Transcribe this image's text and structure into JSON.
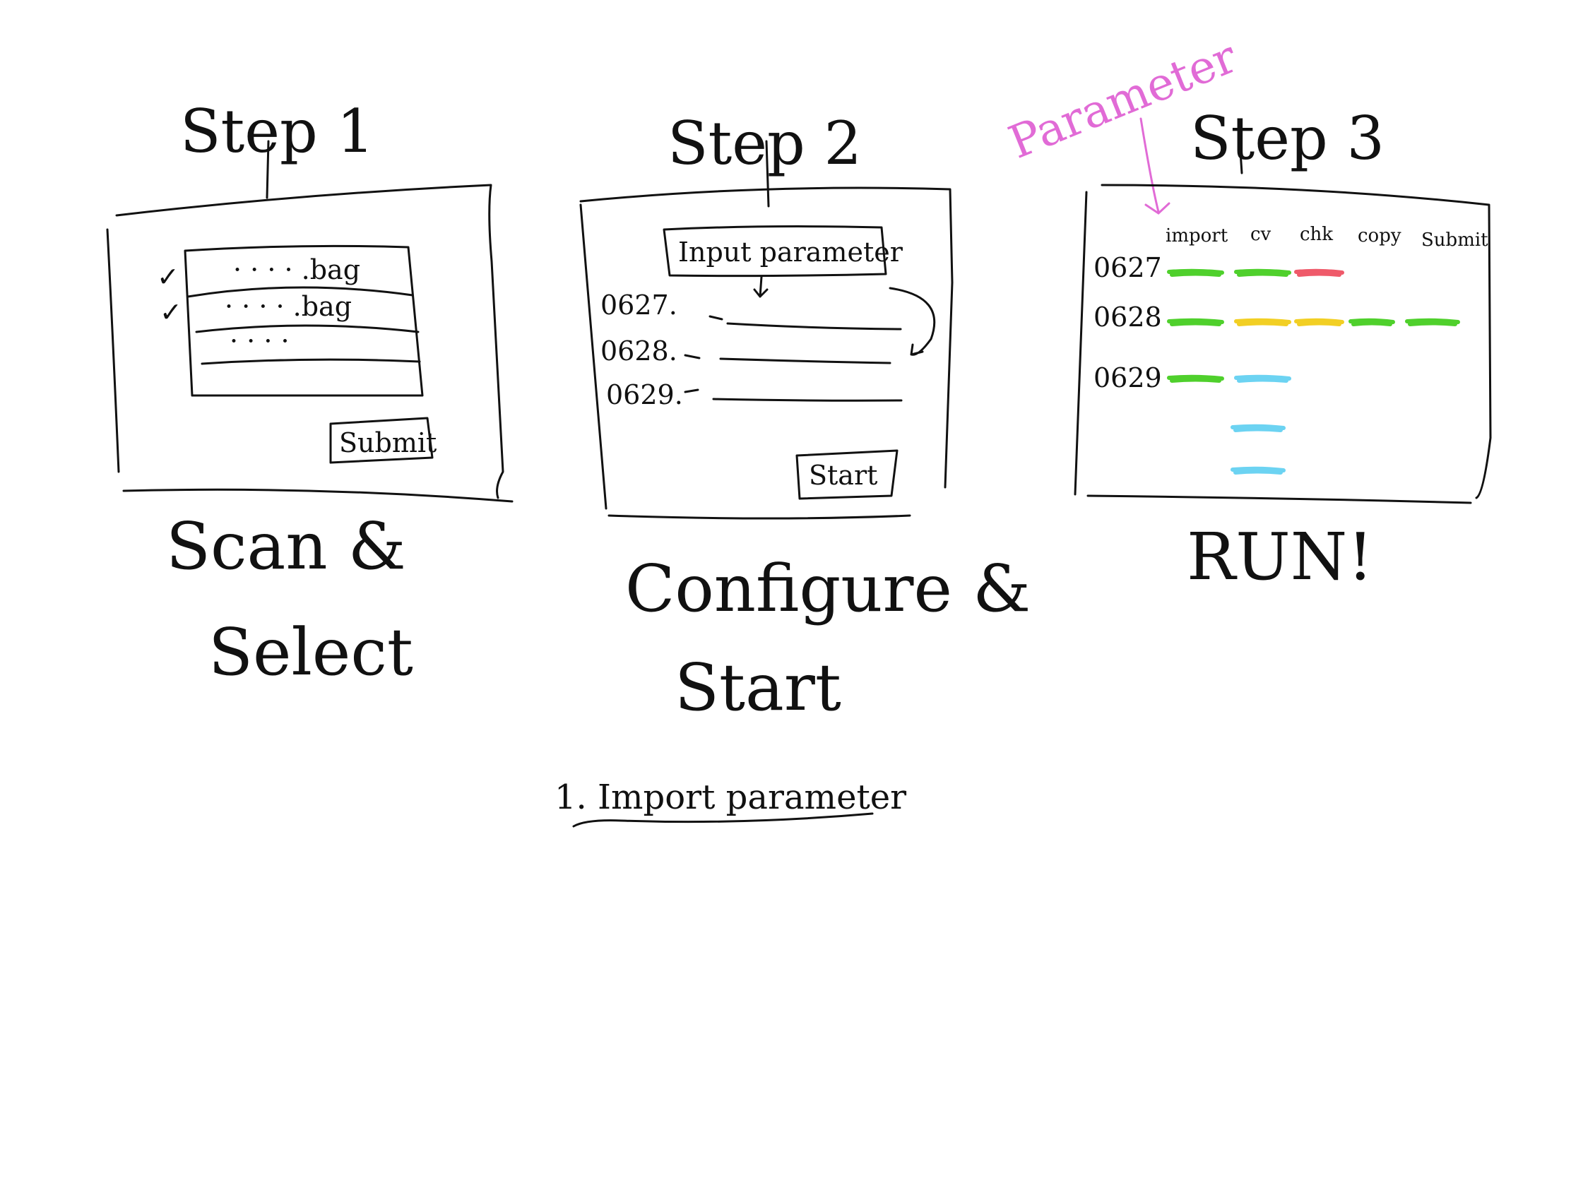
{
  "colors": {
    "ink": "#111111",
    "annotation": "#e16bd6",
    "green": "#4fd02c",
    "red": "#ef5a6a",
    "yellow": "#f2cf24",
    "cyan": "#6cd3f2"
  },
  "step1": {
    "title": "Step 1",
    "caption_line1": "Scan &",
    "caption_line2": "Select",
    "rows": [
      {
        "text": "· · · · .bag"
      },
      {
        "text": "· · · · .bag"
      },
      {
        "text": "· · · ·"
      }
    ],
    "checks": [
      "✓",
      "✓"
    ],
    "button_label": "Submit"
  },
  "step2": {
    "title": "Step 2",
    "caption_line1": "Configure &",
    "caption_line2": "Start",
    "import_label": "Input parameter",
    "rows": [
      {
        "label": "0627."
      },
      {
        "label": "0628."
      },
      {
        "label": "0629."
      }
    ],
    "button_label": "Start"
  },
  "step3": {
    "title": "Step 3",
    "caption": "RUN!",
    "annotation": "Parameter",
    "columns": [
      "import",
      "cv",
      "chk",
      "copy",
      "Submit"
    ],
    "rows": [
      {
        "label": "0627",
        "stages": [
          "green",
          "green",
          "red"
        ]
      },
      {
        "label": "0628",
        "stages": [
          "green",
          "yellow",
          "yellow",
          "green",
          "green"
        ]
      },
      {
        "label": "0629",
        "stages": [
          "green",
          "cyan"
        ]
      }
    ],
    "queued": [
      "cyan",
      "cyan"
    ]
  },
  "note": {
    "text": "1. Import parameter"
  }
}
